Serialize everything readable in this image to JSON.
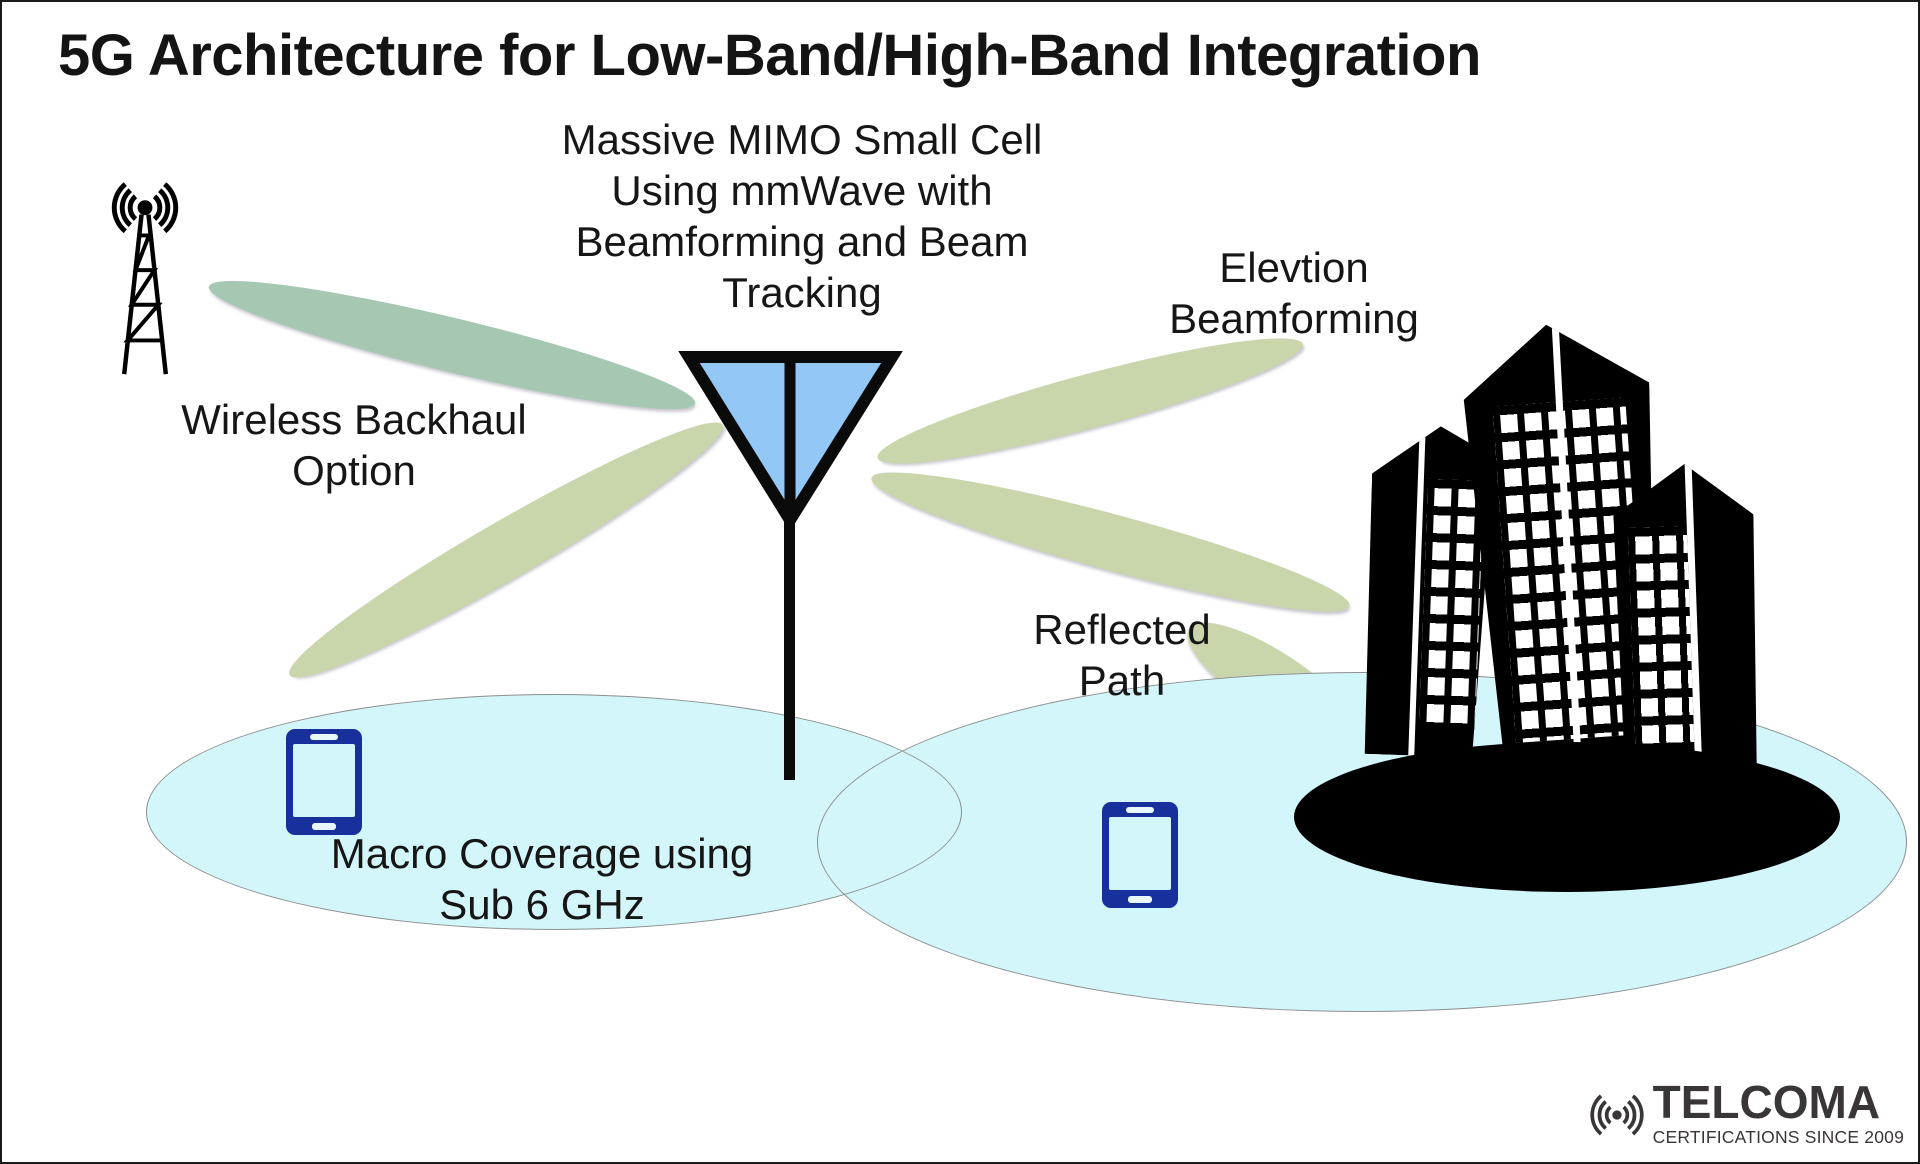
{
  "title": "5G Architecture for Low-Band/High-Band Integration",
  "labels": {
    "small_cell": "Massive MIMO Small Cell\nUsing mmWave with\nBeamforming and Beam\nTracking",
    "wireless_backhaul": "Wireless Backhaul\nOption",
    "elevation_beamforming": "Elevtion\nBeamforming",
    "reflected_path": "Reflected\nPath",
    "macro_coverage": "Macro Coverage using\nSub 6 GHz"
  },
  "logo": {
    "name": "TELCOMA",
    "tagline": "CERTIFICATIONS SINCE 2009"
  },
  "colors": {
    "beam_sage": "#a6c8b3",
    "beam_olive": "#c9d6ac",
    "coverage_cyan": "#d2f6f9",
    "antenna_blue": "#93c7f5",
    "phone_navy": "#17309c",
    "ink": "#161616",
    "logo_gray": "#3a3536"
  }
}
